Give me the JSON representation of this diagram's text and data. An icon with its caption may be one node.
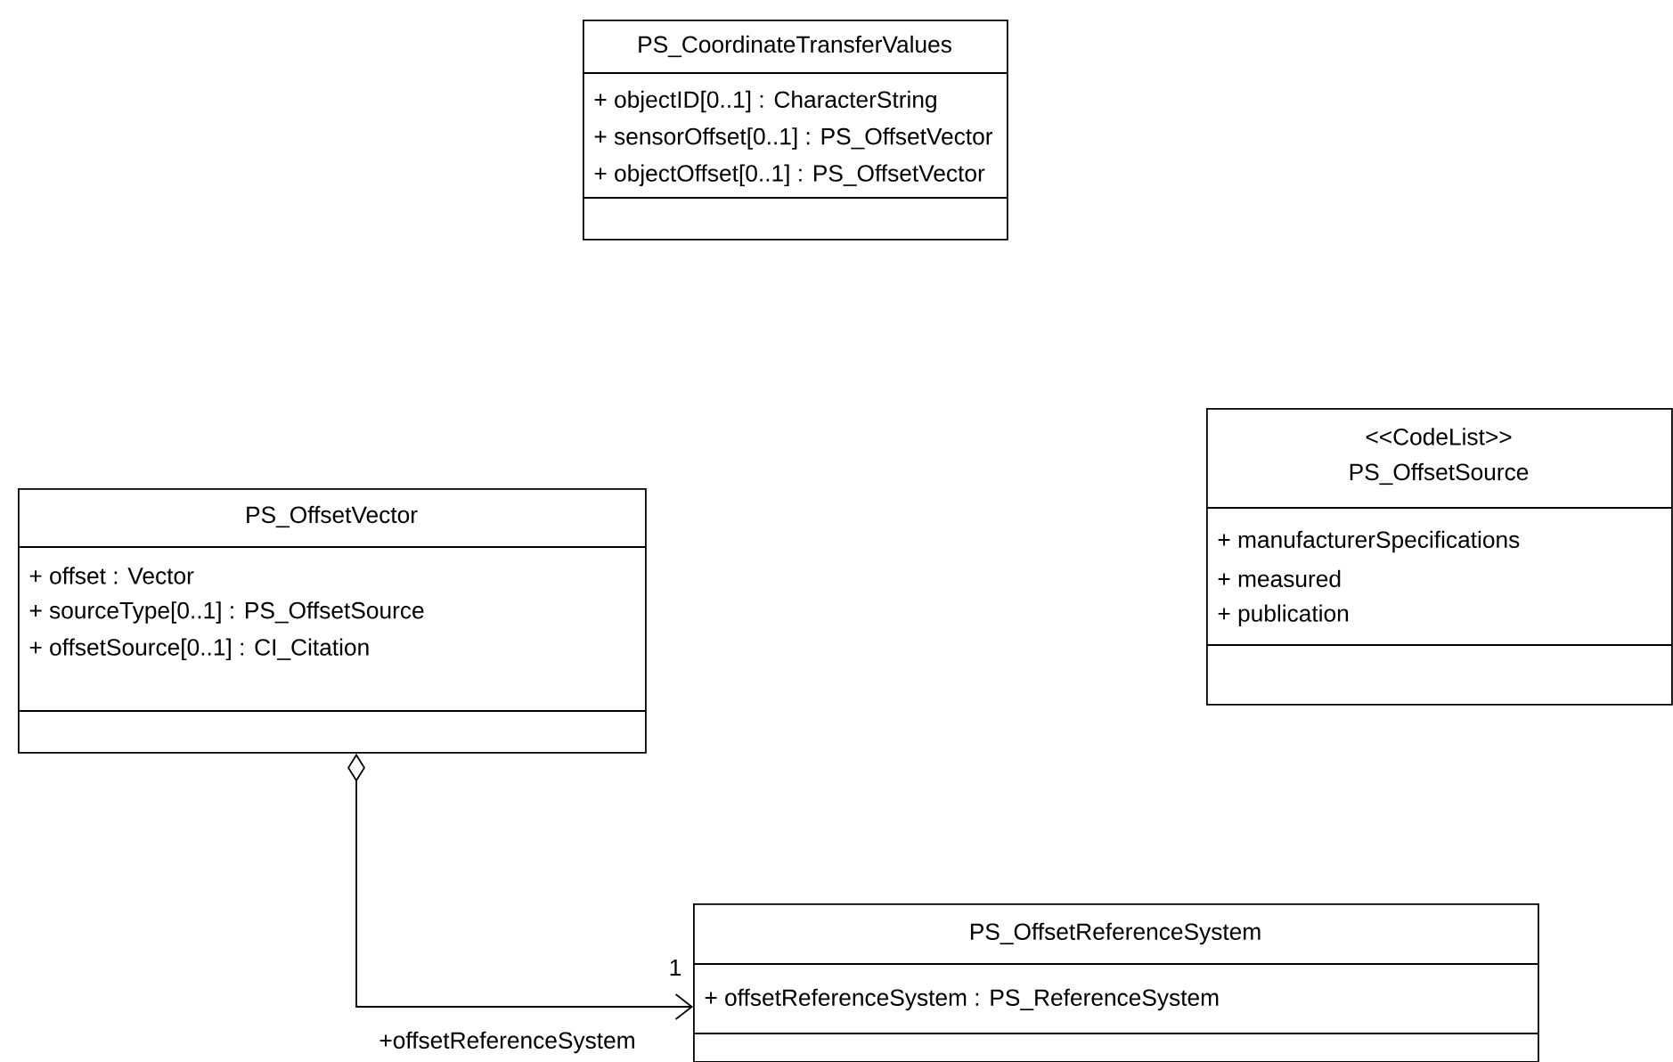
{
  "diagram": {
    "nodes": [
      {
        "text": [
          "PS_CoordinateTransferValues",
          "+ objectID[0..1] : CharacterString",
          "+ sensorOffset[0..1] : PS_OffsetVector",
          "+ objectOffset[0..1] : PS_OffsetVector"
        ]
      },
      {
        "text": [
          "PS_OffsetVector",
          "+ offset : Vector",
          "+ sourceType[0..1] : PS_OffsetSource",
          "+ offsetSource[0..1] : CI_Citation"
        ]
      },
      {
        "text": [
          "<<CodeList>>",
          "PS_OffsetSource",
          "+ manufacturerSpecifications",
          "+ measured",
          "+ publication"
        ]
      },
      {
        "text": [
          "PS_OffsetReferenceSystem",
          "+ offsetReferenceSystem : PS_ReferenceSystem"
        ]
      }
    ],
    "edges": [
      {
        "from": 1,
        "to": 3,
        "arrow": "to",
        "label": "+offsetReferenceSystem"
      }
    ],
    "labels": [
      "1"
    ]
  }
}
